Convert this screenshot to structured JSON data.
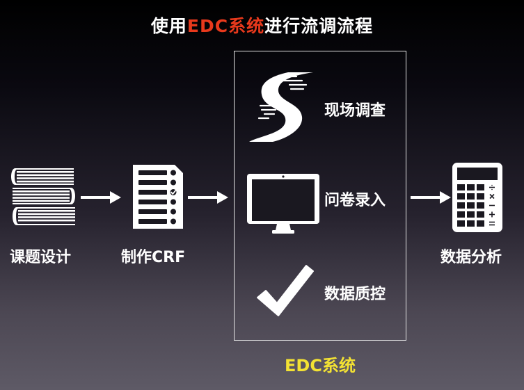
{
  "title": {
    "prefix": "使用",
    "highlight": "EDC系统",
    "suffix": "进行流调流程",
    "highlight_color": "#e8391c"
  },
  "steps": {
    "topic_design": "课题设计",
    "make_crf": "制作CRF",
    "data_analysis": "数据分析"
  },
  "edc_system": {
    "label": "EDC系统",
    "label_color": "#f3e233",
    "items": [
      {
        "label": "现场调查",
        "icon": "road-icon"
      },
      {
        "label": "问卷录入",
        "icon": "monitor-icon"
      },
      {
        "label": "数据质控",
        "icon": "checkmark-icon"
      }
    ]
  },
  "icons": {
    "topic_design": "books-icon",
    "make_crf": "form-document-icon",
    "data_analysis": "calculator-icon",
    "arrow": "right-arrow-icon"
  }
}
